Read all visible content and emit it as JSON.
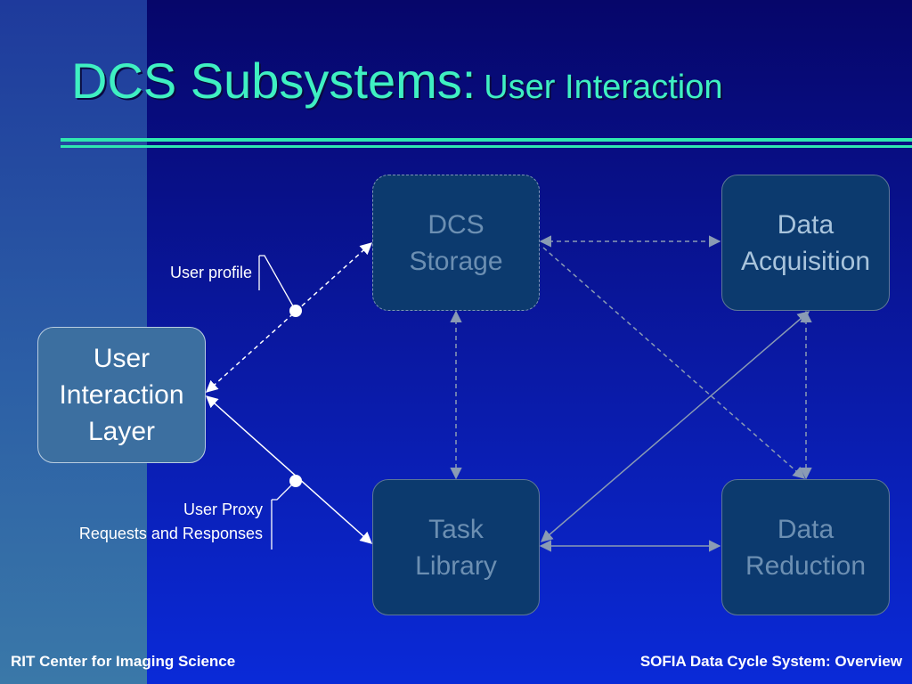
{
  "title": {
    "main": "DCS Subsystems:",
    "sub": "User Interaction"
  },
  "nodes": {
    "storage": {
      "lines": [
        "DCS",
        "Storage"
      ]
    },
    "acquisition": {
      "lines": [
        "Data",
        "Acquisition"
      ]
    },
    "user_interaction": {
      "lines": [
        "User",
        "Interaction",
        "Layer"
      ]
    },
    "task_library": {
      "lines": [
        "Task",
        "Library"
      ]
    },
    "reduction": {
      "lines": [
        "Data",
        "Reduction"
      ]
    }
  },
  "labels": {
    "user_profile": "User profile",
    "user_proxy": [
      "User Proxy",
      "Requests and Responses"
    ]
  },
  "footer": {
    "left": "RIT Center for Imaging Science",
    "right": "SOFIA Data Cycle System: Overview"
  },
  "colors": {
    "background": "#0a1aa6",
    "title": "#3ff0c2",
    "rule": "#2fe8b0",
    "box": "#0c3a6e",
    "user_interaction_box": "#3c6fa0",
    "connector": "#8a9bb4"
  }
}
